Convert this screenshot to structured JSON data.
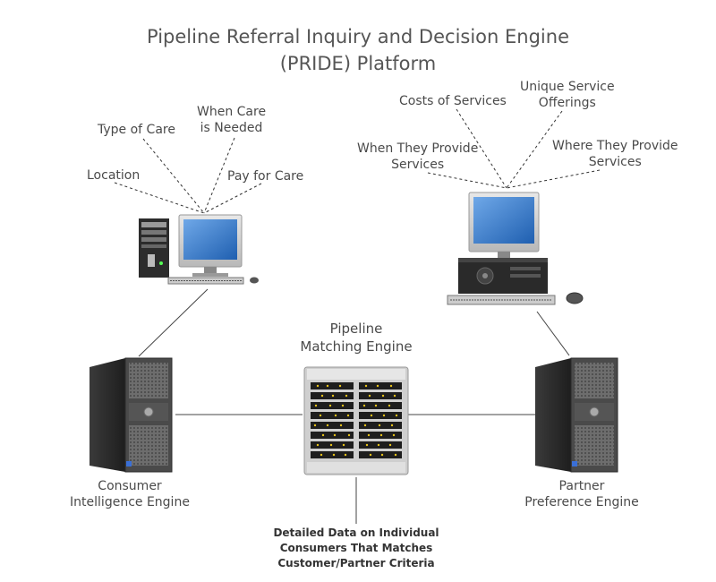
{
  "title": {
    "line1": "Pipeline Referral Inquiry and Decision Engine",
    "line2": "(PRIDE) Platform"
  },
  "consumer_factors": {
    "location": "Location",
    "type_of_care": "Type of Care",
    "when_care_line1": "When Care",
    "when_care_line2": "is Needed",
    "pay_for_care": "Pay for Care"
  },
  "partner_factors": {
    "costs": "Costs of Services",
    "unique_line1": "Unique Service",
    "unique_line2": "Offerings",
    "when_provide_line1": "When They Provide",
    "when_provide_line2": "Services",
    "where_provide_line1": "Where They Provide",
    "where_provide_line2": "Services"
  },
  "nodes": {
    "matching_line1": "Pipeline",
    "matching_line2": "Matching Engine",
    "consumer_line1": "Consumer",
    "consumer_line2": "Intelligence Engine",
    "partner_line1": "Partner",
    "partner_line2": "Preference Engine"
  },
  "output": {
    "line1": "Detailed Data on Individual",
    "line2": "Consumers That Matches",
    "line3": "Customer/Partner Criteria"
  }
}
